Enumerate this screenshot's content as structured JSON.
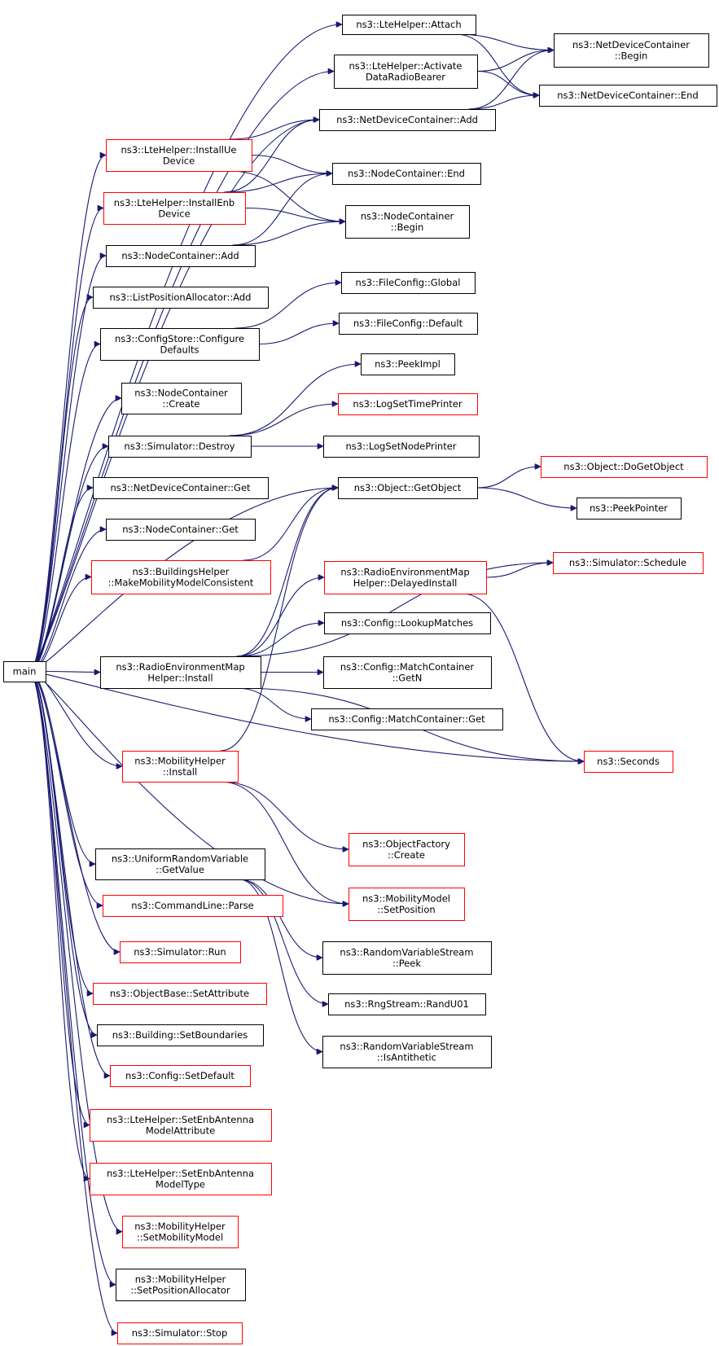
{
  "colors": {
    "edge": "#191970",
    "border_normal": "#000000",
    "border_red": "#ff0000",
    "root_fill": "#bfbfbf",
    "background": "#ffffff"
  },
  "nodes": [
    {
      "id": "main",
      "lines": [
        "main"
      ],
      "style": "root"
    },
    {
      "id": "attach",
      "lines": [
        "ns3::LteHelper::Attach"
      ],
      "style": "normal"
    },
    {
      "id": "activate",
      "lines": [
        "ns3::LteHelper::Activate",
        "DataRadioBearer"
      ],
      "style": "normal"
    },
    {
      "id": "ndc_add",
      "lines": [
        "ns3::NetDeviceContainer::Add"
      ],
      "style": "normal"
    },
    {
      "id": "ndc_begin",
      "lines": [
        "ns3::NetDeviceContainer",
        "::Begin"
      ],
      "style": "normal"
    },
    {
      "id": "ndc_end",
      "lines": [
        "ns3::NetDeviceContainer::End"
      ],
      "style": "normal"
    },
    {
      "id": "install_ue",
      "lines": [
        "ns3::LteHelper::InstallUe",
        "Device"
      ],
      "style": "red"
    },
    {
      "id": "install_enb",
      "lines": [
        "ns3::LteHelper::InstallEnb",
        "Device"
      ],
      "style": "red"
    },
    {
      "id": "nc_end",
      "lines": [
        "ns3::NodeContainer::End"
      ],
      "style": "normal"
    },
    {
      "id": "nc_begin",
      "lines": [
        "ns3::NodeContainer",
        "::Begin"
      ],
      "style": "normal"
    },
    {
      "id": "nc_add",
      "lines": [
        "ns3::NodeContainer::Add"
      ],
      "style": "normal"
    },
    {
      "id": "lpa_add",
      "lines": [
        "ns3::ListPositionAllocator::Add"
      ],
      "style": "normal"
    },
    {
      "id": "cs_conf",
      "lines": [
        "ns3::ConfigStore::Configure",
        "Defaults"
      ],
      "style": "normal"
    },
    {
      "id": "fc_global",
      "lines": [
        "ns3::FileConfig::Global"
      ],
      "style": "normal"
    },
    {
      "id": "fc_default",
      "lines": [
        "ns3::FileConfig::Default"
      ],
      "style": "normal"
    },
    {
      "id": "nc_create",
      "lines": [
        "ns3::NodeContainer",
        "::Create"
      ],
      "style": "normal"
    },
    {
      "id": "peekimpl",
      "lines": [
        "ns3::PeekImpl"
      ],
      "style": "normal"
    },
    {
      "id": "logtime",
      "lines": [
        "ns3::LogSetTimePrinter"
      ],
      "style": "red"
    },
    {
      "id": "sim_destroy",
      "lines": [
        "ns3::Simulator::Destroy"
      ],
      "style": "normal"
    },
    {
      "id": "lognode",
      "lines": [
        "ns3::LogSetNodePrinter"
      ],
      "style": "normal"
    },
    {
      "id": "ndc_get",
      "lines": [
        "ns3::NetDeviceContainer::Get"
      ],
      "style": "normal"
    },
    {
      "id": "obj_getobj",
      "lines": [
        "ns3::Object::GetObject"
      ],
      "style": "normal"
    },
    {
      "id": "obj_dogetobj",
      "lines": [
        "ns3::Object::DoGetObject"
      ],
      "style": "red"
    },
    {
      "id": "peekptr",
      "lines": [
        "ns3::PeekPointer"
      ],
      "style": "normal"
    },
    {
      "id": "nc_get",
      "lines": [
        "ns3::NodeContainer::Get"
      ],
      "style": "normal"
    },
    {
      "id": "bh_mmc",
      "lines": [
        "ns3::BuildingsHelper",
        "::MakeMobilityModelConsistent"
      ],
      "style": "red"
    },
    {
      "id": "sim_schedule",
      "lines": [
        "ns3::Simulator::Schedule"
      ],
      "style": "red"
    },
    {
      "id": "remh_delayed",
      "lines": [
        "ns3::RadioEnvironmentMap",
        "Helper::DelayedInstall"
      ],
      "style": "red"
    },
    {
      "id": "cfg_lookup",
      "lines": [
        "ns3::Config::LookupMatches"
      ],
      "style": "normal"
    },
    {
      "id": "remh_install",
      "lines": [
        "ns3::RadioEnvironmentMap",
        "Helper::Install"
      ],
      "style": "normal"
    },
    {
      "id": "cfg_getn",
      "lines": [
        "ns3::Config::MatchContainer",
        "::GetN"
      ],
      "style": "normal"
    },
    {
      "id": "cfg_get",
      "lines": [
        "ns3::Config::MatchContainer::Get"
      ],
      "style": "normal"
    },
    {
      "id": "seconds",
      "lines": [
        "ns3::Seconds"
      ],
      "style": "red"
    },
    {
      "id": "mh_install",
      "lines": [
        "ns3::MobilityHelper",
        "::Install"
      ],
      "style": "red"
    },
    {
      "id": "of_create",
      "lines": [
        "ns3::ObjectFactory",
        "::Create"
      ],
      "style": "red"
    },
    {
      "id": "urv_getvalue",
      "lines": [
        "ns3::UniformRandomVariable",
        "::GetValue"
      ],
      "style": "normal"
    },
    {
      "id": "mm_setpos",
      "lines": [
        "ns3::MobilityModel",
        "::SetPosition"
      ],
      "style": "red"
    },
    {
      "id": "cl_parse",
      "lines": [
        "ns3::CommandLine::Parse"
      ],
      "style": "red"
    },
    {
      "id": "rvs_peek",
      "lines": [
        "ns3::RandomVariableStream",
        "::Peek"
      ],
      "style": "normal"
    },
    {
      "id": "sim_run",
      "lines": [
        "ns3::Simulator::Run"
      ],
      "style": "red"
    },
    {
      "id": "rng_randu01",
      "lines": [
        "ns3::RngStream::RandU01"
      ],
      "style": "normal"
    },
    {
      "id": "ob_setattr",
      "lines": [
        "ns3::ObjectBase::SetAttribute"
      ],
      "style": "red"
    },
    {
      "id": "rvs_isanti",
      "lines": [
        "ns3::RandomVariableStream",
        "::IsAntithetic"
      ],
      "style": "normal"
    },
    {
      "id": "bld_setbounds",
      "lines": [
        "ns3::Building::SetBoundaries"
      ],
      "style": "normal"
    },
    {
      "id": "cfg_setdefault",
      "lines": [
        "ns3::Config::SetDefault"
      ],
      "style": "red"
    },
    {
      "id": "lte_enbantattr",
      "lines": [
        "ns3::LteHelper::SetEnbAntenna",
        "ModelAttribute"
      ],
      "style": "red"
    },
    {
      "id": "lte_enbanttype",
      "lines": [
        "ns3::LteHelper::SetEnbAntenna",
        "ModelType"
      ],
      "style": "red"
    },
    {
      "id": "mh_setmm",
      "lines": [
        "ns3::MobilityHelper",
        "::SetMobilityModel"
      ],
      "style": "red"
    },
    {
      "id": "mh_setpa",
      "lines": [
        "ns3::MobilityHelper",
        "::SetPositionAllocator"
      ],
      "style": "normal"
    },
    {
      "id": "sim_stop",
      "lines": [
        "ns3::Simulator::Stop"
      ],
      "style": "red"
    }
  ],
  "edges": [
    [
      "main",
      "attach"
    ],
    [
      "main",
      "activate"
    ],
    [
      "main",
      "ndc_add"
    ],
    [
      "main",
      "install_ue"
    ],
    [
      "main",
      "install_enb"
    ],
    [
      "main",
      "nc_add"
    ],
    [
      "main",
      "lpa_add"
    ],
    [
      "main",
      "cs_conf"
    ],
    [
      "main",
      "nc_create"
    ],
    [
      "main",
      "sim_destroy"
    ],
    [
      "main",
      "ndc_get"
    ],
    [
      "main",
      "nc_get"
    ],
    [
      "main",
      "bh_mmc"
    ],
    [
      "main",
      "obj_getobj"
    ],
    [
      "main",
      "remh_install"
    ],
    [
      "main",
      "mh_install"
    ],
    [
      "main",
      "seconds"
    ],
    [
      "main",
      "mm_setpos"
    ],
    [
      "main",
      "urv_getvalue"
    ],
    [
      "main",
      "cl_parse"
    ],
    [
      "main",
      "sim_run"
    ],
    [
      "main",
      "ob_setattr"
    ],
    [
      "main",
      "bld_setbounds"
    ],
    [
      "main",
      "cfg_setdefault"
    ],
    [
      "main",
      "lte_enbantattr"
    ],
    [
      "main",
      "lte_enbanttype"
    ],
    [
      "main",
      "mh_setmm"
    ],
    [
      "main",
      "mh_setpa"
    ],
    [
      "main",
      "sim_stop"
    ],
    [
      "attach",
      "ndc_begin"
    ],
    [
      "attach",
      "ndc_end"
    ],
    [
      "activate",
      "ndc_begin"
    ],
    [
      "activate",
      "ndc_end"
    ],
    [
      "ndc_add",
      "ndc_begin"
    ],
    [
      "ndc_add",
      "ndc_end"
    ],
    [
      "install_ue",
      "ndc_add"
    ],
    [
      "install_ue",
      "nc_end"
    ],
    [
      "install_ue",
      "nc_begin"
    ],
    [
      "install_enb",
      "ndc_add"
    ],
    [
      "install_enb",
      "nc_end"
    ],
    [
      "install_enb",
      "nc_begin"
    ],
    [
      "nc_add",
      "nc_end"
    ],
    [
      "nc_add",
      "nc_begin"
    ],
    [
      "cs_conf",
      "fc_global"
    ],
    [
      "cs_conf",
      "fc_default"
    ],
    [
      "sim_destroy",
      "peekimpl"
    ],
    [
      "sim_destroy",
      "logtime"
    ],
    [
      "sim_destroy",
      "lognode"
    ],
    [
      "obj_getobj",
      "obj_dogetobj"
    ],
    [
      "obj_getobj",
      "peekptr"
    ],
    [
      "bh_mmc",
      "obj_getobj"
    ],
    [
      "remh_install",
      "obj_getobj"
    ],
    [
      "remh_install",
      "sim_schedule"
    ],
    [
      "remh_install",
      "remh_delayed"
    ],
    [
      "remh_install",
      "cfg_lookup"
    ],
    [
      "remh_install",
      "cfg_getn"
    ],
    [
      "remh_install",
      "cfg_get"
    ],
    [
      "remh_install",
      "seconds"
    ],
    [
      "remh_delayed",
      "sim_schedule"
    ],
    [
      "remh_delayed",
      "seconds"
    ],
    [
      "mh_install",
      "obj_getobj"
    ],
    [
      "mh_install",
      "of_create"
    ],
    [
      "mh_install",
      "mm_setpos"
    ],
    [
      "urv_getvalue",
      "rvs_peek"
    ],
    [
      "urv_getvalue",
      "rng_randu01"
    ],
    [
      "urv_getvalue",
      "rvs_isanti"
    ]
  ]
}
